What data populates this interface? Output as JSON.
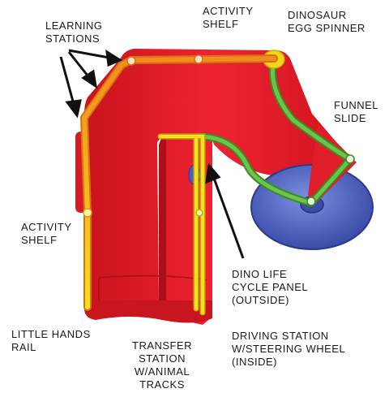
{
  "labels": {
    "learning_stations": [
      "LEARNING",
      "STATIONS"
    ],
    "activity_shelf_top": [
      "ACTIVITY",
      "SHELF"
    ],
    "dinosaur_egg_spinner": [
      "DINOSAUR",
      "EGG SPINNER"
    ],
    "funnel_slide": [
      "FUNNEL",
      "SLIDE"
    ],
    "activity_shelf_left": [
      "ACTIVITY",
      "SHELF"
    ],
    "dino_life_cycle_panel": [
      "DINO LIFE",
      "CYCLE PANEL",
      "(OUTSIDE)"
    ],
    "little_hands_rail": [
      "LITTLE HANDS",
      "RAIL"
    ],
    "transfer_station": [
      "TRANSFER",
      "STATION",
      "W/ANIMAL",
      "TRACKS"
    ],
    "driving_station": [
      "DRIVING STATION",
      "W/STEERING WHEEL",
      "(INSIDE)"
    ]
  },
  "colors": {
    "deck_red": "#e81e2a",
    "deck_red_dark": "#b8111c",
    "rail_orange": "#f28c1e",
    "rail_yellow": "#f5e11a",
    "slide_green": "#5ab33c",
    "spinner_blue": "#5a6fc9",
    "spinner_dark": "#2c3a8a",
    "egg_yellow": "#f3d51a"
  }
}
